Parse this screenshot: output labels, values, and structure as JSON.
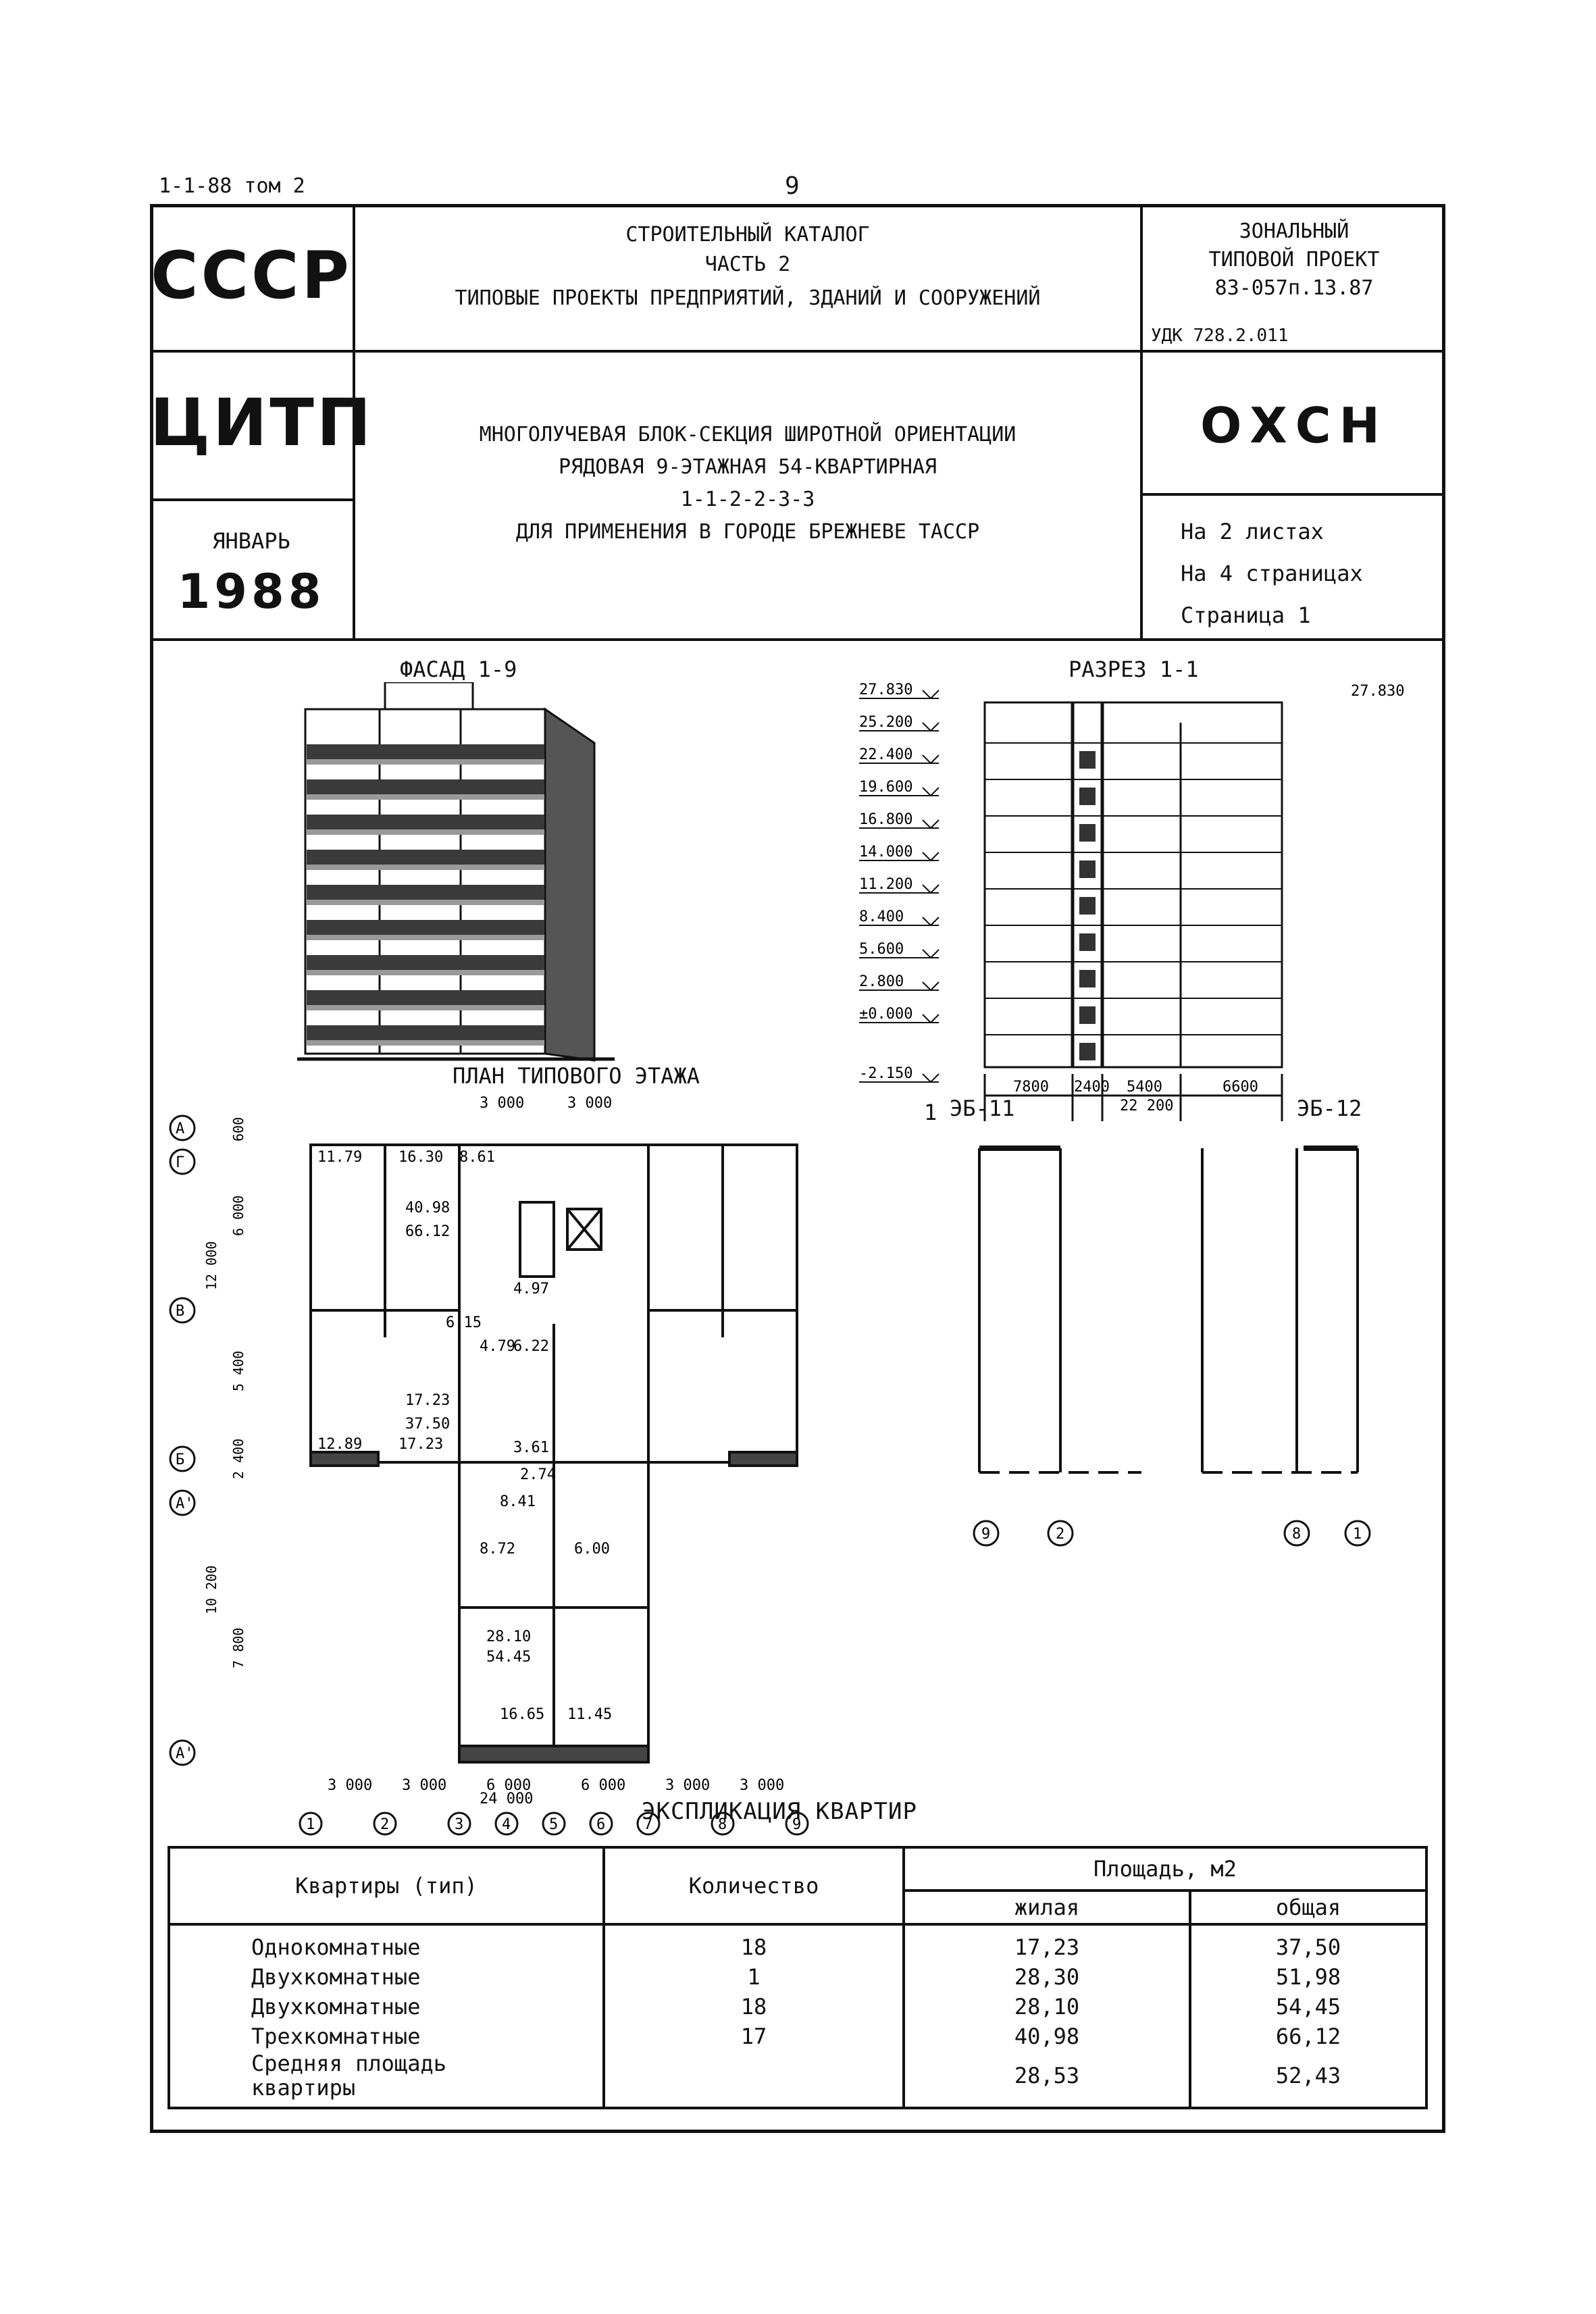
{
  "header": {
    "ref": "1-1-88 том 2",
    "page_number": "9"
  },
  "stamp": {
    "org1": "СССР",
    "catalog_line1": "СТРОИТЕЛЬНЫЙ КАТАЛОГ",
    "catalog_line2": "ЧАСТЬ  2",
    "catalog_line3": "ТИПОВЫЕ ПРОЕКТЫ ПРЕДПРИЯТИЙ, ЗДАНИЙ И СООРУЖЕНИЙ",
    "zonal_line1": "ЗОНАЛЬНЫЙ",
    "zonal_line2": "ТИПОВОЙ ПРОЕКТ",
    "zonal_line3": "83-057п.13.87",
    "udk": "УДК 728.2.011",
    "org2": "ЦИТП",
    "title_line1": "МНОГОЛУЧЕВАЯ БЛОК-СЕКЦИЯ ШИРОТНОЙ ОРИЕНТАЦИИ",
    "title_line2": "РЯДОВАЯ 9-ЭТАЖНАЯ 54-КВАРТИРНАЯ",
    "title_line3": "1-1-2-2-3-3",
    "title_line4": "ДЛЯ ПРИМЕНЕНИЯ В ГОРОДЕ БРЕЖНЕВЕ ТАССР",
    "code": "ОХСН",
    "month": "ЯНВАРЬ",
    "year": "1988",
    "sheets": "На 2 листах",
    "pages": "На 4 страницах",
    "page": "Страница 1"
  },
  "drawings": {
    "facade_title": "ФАСАД 1-9",
    "section_title": "РАЗРЕЗ 1-1",
    "plan_title": "ПЛАН ТИПОВОГО ЭТАЖА",
    "section_label_1": "1",
    "block_eb11": "ЭБ-11",
    "block_eb12": "ЭБ-12",
    "top_mark": "27.830",
    "levels": [
      "27.830",
      "25.200",
      "22.400",
      "19.600",
      "16.800",
      "14.000",
      "11.200",
      "8.400",
      "5.600",
      "2.800",
      "±0.000",
      "-2.150"
    ],
    "section_dims": [
      "7800",
      "2400",
      "5400",
      "6600",
      "22 200"
    ],
    "plan_areas": {
      "r1": "11.79",
      "r2": "16.30",
      "r3": "8.61",
      "r4": "40.98",
      "r5": "66.12",
      "r6": "4.97",
      "r7": "6.15",
      "r8": "4.79",
      "r9": "6.22",
      "r10": "17.23",
      "r11": "37.50",
      "r12": "12.89",
      "r13": "17.23",
      "r14": "3.61",
      "r15": "2.74",
      "r16": "8.41",
      "r17": "8.72",
      "r18": "6.00",
      "r19": "28.10",
      "r20": "54.45",
      "r21": "16.65",
      "r22": "11.45"
    },
    "plan_axes_h": [
      "1",
      "2",
      "3",
      "4",
      "5",
      "6",
      "7",
      "8",
      "9"
    ],
    "plan_axes_v": [
      "А",
      "Г",
      "В",
      "Б",
      "А'",
      "А'"
    ],
    "plan_dims_top": [
      "3 000",
      "3 000"
    ],
    "plan_dims_bottom": [
      "3 000",
      "3 000",
      "6 000",
      "6 000",
      "3 000",
      "3 000"
    ],
    "plan_total": "24 000",
    "plan_dims_left": [
      "600",
      "6 000",
      "12 000",
      "5 400",
      "2 400",
      "10 200",
      "7 800"
    ],
    "small_axes": [
      "9",
      "2",
      "8",
      "1"
    ]
  },
  "explication": {
    "title": "ЭКСПЛИКАЦИЯ КВАРТИР",
    "headers": {
      "type": "Квартиры (тип)",
      "count": "Количество",
      "area": "Площадь, м2",
      "living": "жилая",
      "total": "общая"
    },
    "rows": [
      {
        "type": "Однокомнатные",
        "count": "18",
        "living": "17,23",
        "total": "37,50"
      },
      {
        "type": "Двухкомнатные",
        "count": "1",
        "living": "28,30",
        "total": "51,98"
      },
      {
        "type": "Двухкомнатные",
        "count": "18",
        "living": "28,10",
        "total": "54,45"
      },
      {
        "type": "Трехкомнатные",
        "count": "17",
        "living": "40,98",
        "total": "66,12"
      }
    ],
    "average": {
      "type_line1": "Средняя площадь",
      "type_line2": "квартиры",
      "living": "28,53",
      "total": "52,43"
    }
  }
}
